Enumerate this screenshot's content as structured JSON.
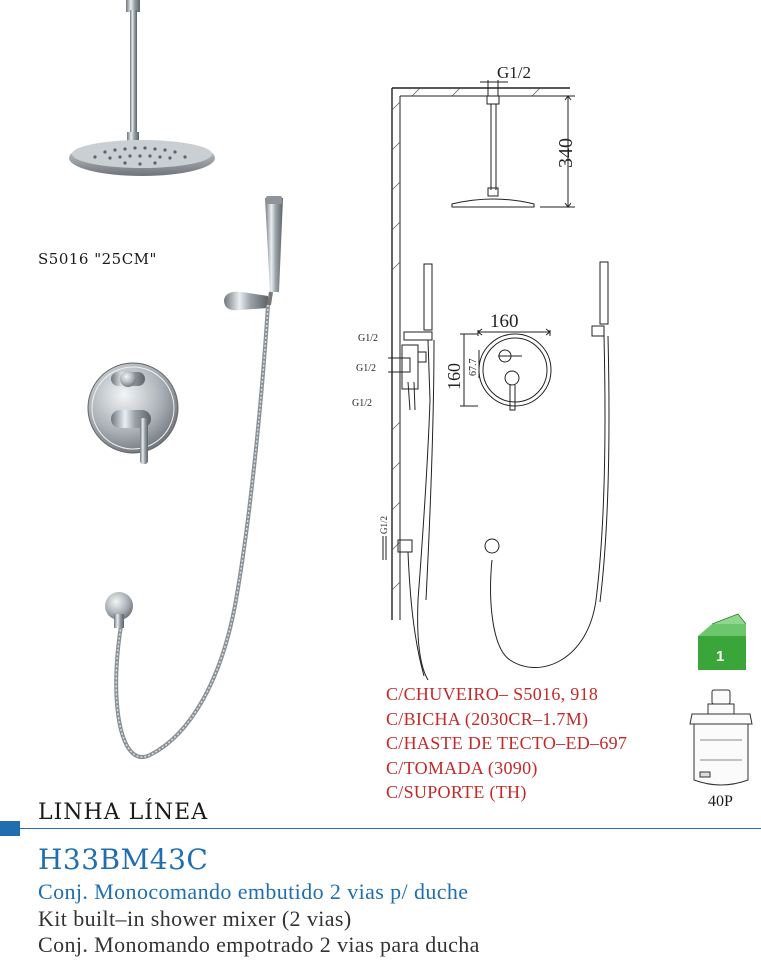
{
  "drawing": {
    "dim_thread_top": "G1/2",
    "dim_height": "340",
    "dim_width": "160",
    "dim_height_plate": "160",
    "dim_small": "67.7",
    "dim_thread_1": "G1/2",
    "dim_thread_2": "G1/2",
    "dim_thread_3": "G1/2",
    "dim_thread_low": "G1/2"
  },
  "product": {
    "shower_model": "S5016 \"25CM\"",
    "specs": [
      "C/CHUVEIRO– S5016, 918",
      "C/BICHA (2030CR–1.7M)",
      "C/HASTE DE TECTO–ED–697",
      "C/TOMADA (3090)",
      "C/SUPORTE (TH)"
    ],
    "box_badge": "1",
    "cartridge": "40P",
    "series": "LINHA LÍNEA",
    "code": "H33BM43C",
    "desc_pt": "Conj. Monocomando embutido 2 vias p/ duche",
    "desc_en": "Kit built–in shower mixer (2 vias)",
    "desc_es": "Conj. Monomando empotrado 2 vias para ducha"
  },
  "colors": {
    "accent_blue": "#1f6fb0",
    "spec_red": "#c62828",
    "box_green": "#3aa63a"
  }
}
